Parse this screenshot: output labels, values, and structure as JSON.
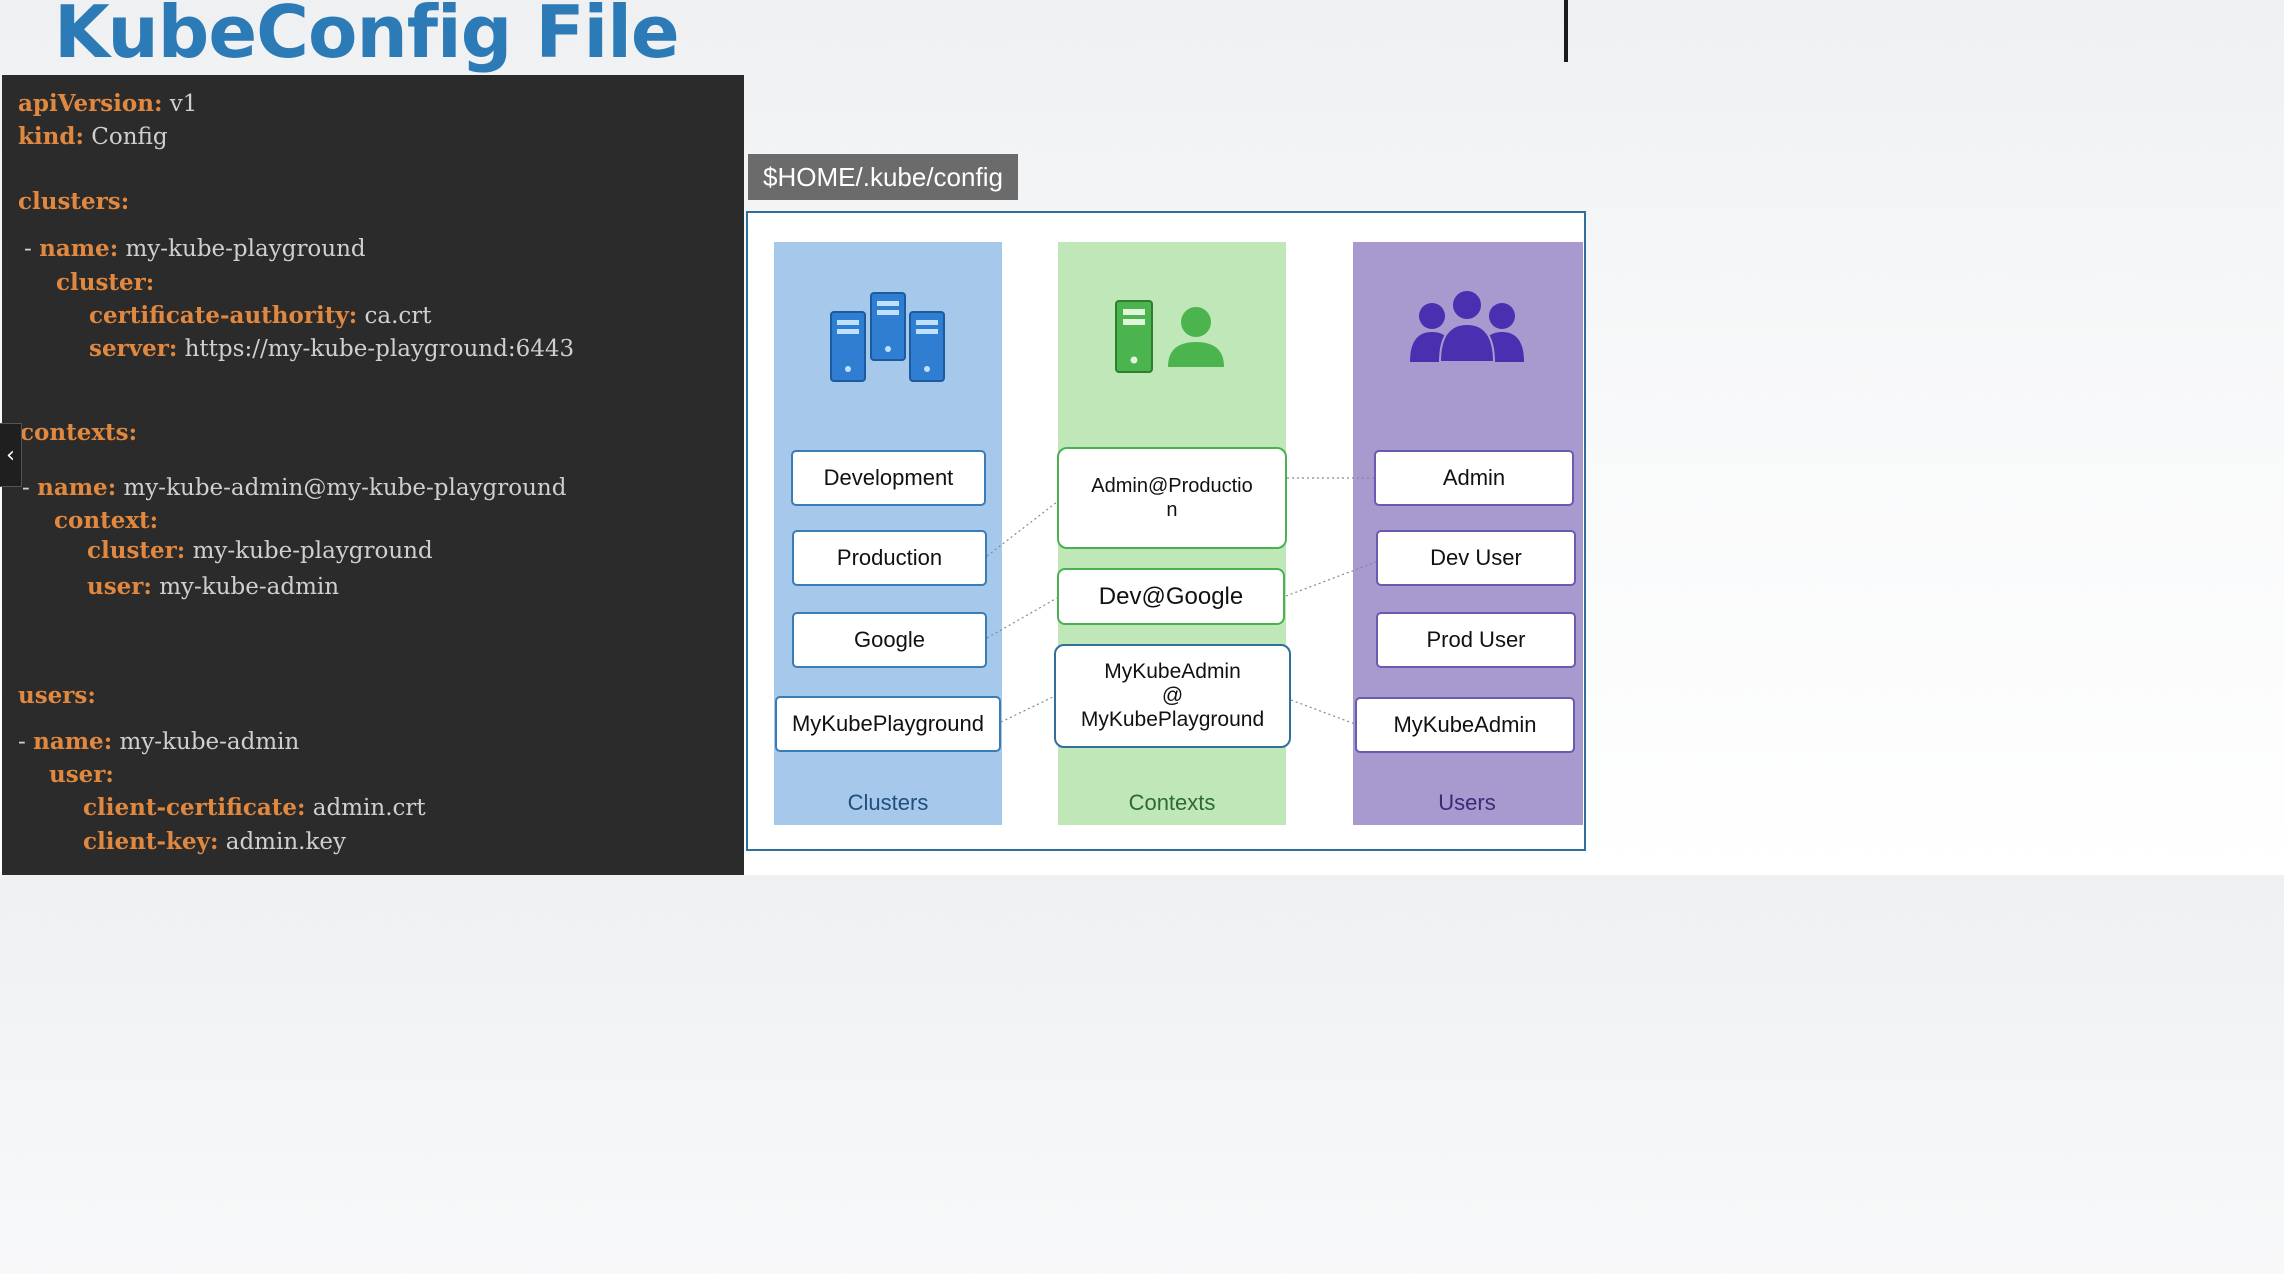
{
  "title": "KubeConfig File",
  "code_lines": [
    {
      "key": "apiVersion:",
      "value": " v1"
    },
    {
      "key": "kind:",
      "value": " Config"
    },
    {
      "key": "clusters:",
      "value": ""
    },
    {
      "prefix": "- ",
      "key": "name:",
      "value": " my-kube-playground"
    },
    {
      "key": "cluster:",
      "value": ""
    },
    {
      "key": "certificate-authority:",
      "value": " ca.crt"
    },
    {
      "key": "server:",
      "value": " https://my-kube-playground:6443"
    },
    {
      "key": "contexts:",
      "value": ""
    },
    {
      "prefix": "- ",
      "key": "name:",
      "value": " my-kube-admin@my-kube-playground"
    },
    {
      "key": "context:",
      "value": ""
    },
    {
      "key": "cluster:",
      "value": " my-kube-playground"
    },
    {
      "key": "user:",
      "value": " my-kube-admin"
    },
    {
      "key": "users:",
      "value": ""
    },
    {
      "prefix": "- ",
      "key": "name:",
      "value": " my-kube-admin"
    },
    {
      "key": "user:",
      "value": ""
    },
    {
      "key": "client-certificate:",
      "value": " admin.crt"
    },
    {
      "key": "client-key:",
      "value": " admin.key"
    }
  ],
  "file_path": "$HOME/.kube/config",
  "columns": {
    "clusters": {
      "label": "Clusters",
      "icon": "server-cluster-icon",
      "items": [
        "Development",
        "Production",
        "Google",
        "MyKubePlayground"
      ]
    },
    "contexts": {
      "label": "Contexts",
      "icon": "server-user-icon",
      "items": [
        "Admin@Productio\nn",
        "Dev@Google",
        "MyKubeAdmin\n@\nMyKubePlayground"
      ]
    },
    "users": {
      "label": "Users",
      "icon": "users-group-icon",
      "items": [
        "Admin",
        "Dev User",
        "Prod User",
        "MyKubeAdmin"
      ]
    }
  },
  "colors": {
    "title": "#2d7bb6",
    "code_background": "#2b2b2b",
    "code_key": "#e0883f",
    "clusters_column": "#a6c8ea",
    "contexts_column": "#bfe7b8",
    "users_column": "#a899cf",
    "file_label_background": "#6b6b6b"
  }
}
